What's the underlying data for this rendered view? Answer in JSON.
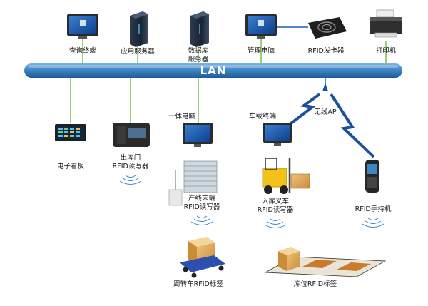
{
  "network": {
    "bus_label": "LAN"
  },
  "nodes": {
    "query_terminal": "查询终端",
    "app_server": "应用服务器",
    "db_server_line1": "数据库",
    "db_server_line2": "服务器",
    "mgmt_pc": "管理电脑",
    "rfid_issuer": "RFID发卡器",
    "printer": "打印机",
    "wireless_ap": "无线AP",
    "e_board": "电子看板",
    "gate_reader_line1": "出库门",
    "gate_reader_line2": "RFID读写器",
    "aio_pc": "一体电脑",
    "line_reader_line1": "产线末端",
    "line_reader_line2": "RFID读写器",
    "vehicle_terminal": "车载终端",
    "forklift_line1": "入库叉车",
    "forklift_line2": "RFID读写器",
    "handheld": "RFID手持机",
    "cart_tag": "周转车RFID标签",
    "slot_tag": "库位RFID标签"
  },
  "colors": {
    "lan_bar": "#3f87c4",
    "link_green": "#7bc043",
    "link_blue": "#1a5da8",
    "wireless_bolt": "#1d4f9a",
    "box_tan": "#d9a24a",
    "cart_blue": "#2d4fb0"
  }
}
